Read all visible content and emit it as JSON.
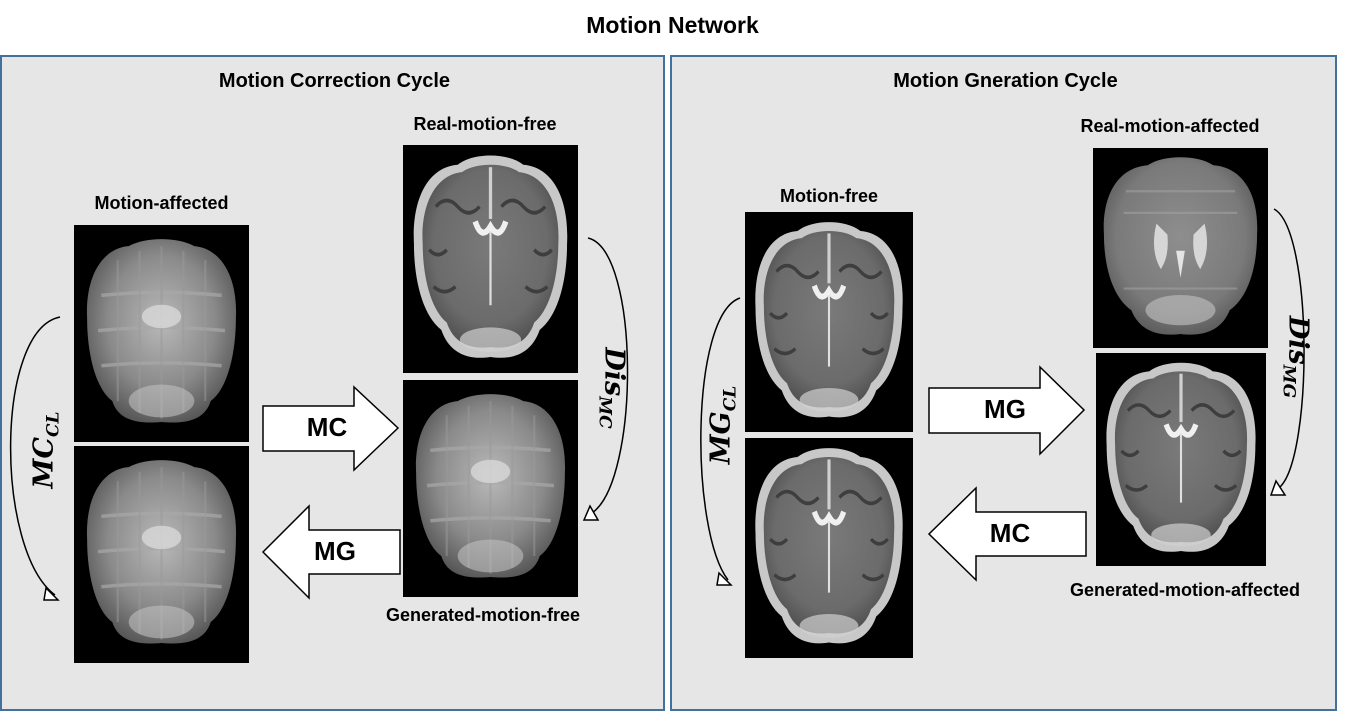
{
  "title": "Motion Network",
  "left_panel": {
    "title": "Motion Correction Cycle",
    "labels": {
      "motion_affected": "Motion-affected",
      "real_motion_free": "Real-motion-free",
      "generated_motion_free": "Generated-motion-free"
    },
    "arrow_forward": "MC",
    "arrow_backward": "MG",
    "cycle_loss": {
      "main": "MC",
      "sub": "CL"
    },
    "discriminator": {
      "main": "Dis",
      "sub": "MC"
    }
  },
  "right_panel": {
    "title": "Motion Gneration Cycle",
    "labels": {
      "motion_free": "Motion-free",
      "real_motion_affected": "Real-motion-affected",
      "generated_motion_affected": "Generated-motion-affected"
    },
    "arrow_forward": "MG",
    "arrow_backward": "MC",
    "cycle_loss": {
      "main": "MG",
      "sub": "CL"
    },
    "discriminator": {
      "main": "Dis",
      "sub": "MG"
    }
  },
  "colors": {
    "panel_fill": "#e6e6e6",
    "panel_border": "#41719c",
    "image_background": "#000000"
  },
  "icons": [
    "mri-brain-image",
    "block-arrow-right",
    "block-arrow-left",
    "curved-cycle-arrow"
  ]
}
